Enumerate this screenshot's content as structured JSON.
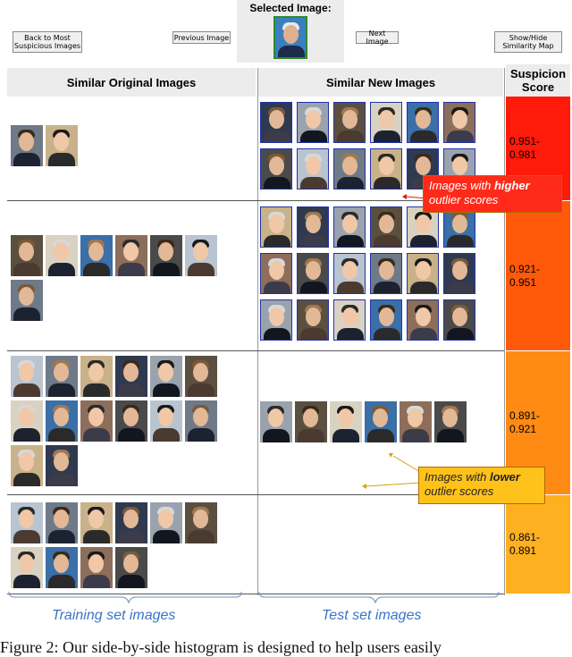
{
  "toolbar": {
    "back_label": "Back to Most Suspicious Images",
    "selected_label": "Selected Image:",
    "previous_label": "Previous Image",
    "next_label": "Next Image",
    "toggle_label": "Show/Hide Similarity Map"
  },
  "table": {
    "col_original": "Similar Original Images",
    "col_new": "Similar New Images",
    "col_score": "Suspicion Score"
  },
  "rows": [
    {
      "score": "0.951-\n0.981",
      "color": "#ff1a0a",
      "original_count": 2,
      "new_count": 12
    },
    {
      "score": "0.921-\n0.951",
      "color": "#ff5a0a",
      "original_count": 7,
      "new_count": 18
    },
    {
      "score": "0.891-\n0.921",
      "color": "#ff8a14",
      "original_count": 14,
      "new_count": 6
    },
    {
      "score": "0.861-\n0.891",
      "color": "#ffb020",
      "original_count": 10,
      "new_count": 0
    }
  ],
  "callouts": {
    "higher_pre": "Images with ",
    "higher_bold": "higher",
    "higher_post": "outlier scores",
    "lower_pre": "Images with ",
    "lower_bold": "lower",
    "lower_post": "outlier scores"
  },
  "captions": {
    "training": "Training set images",
    "test": "Test set images",
    "figure": "Figure 2: Our side-by-side histogram is designed to help users easily"
  },
  "colors": {
    "header_bg": "#ececec",
    "callout_higher_bg": "#ff2a1a",
    "callout_lower_bg": "#ffc21a",
    "caption_blue": "#3a74c4"
  }
}
